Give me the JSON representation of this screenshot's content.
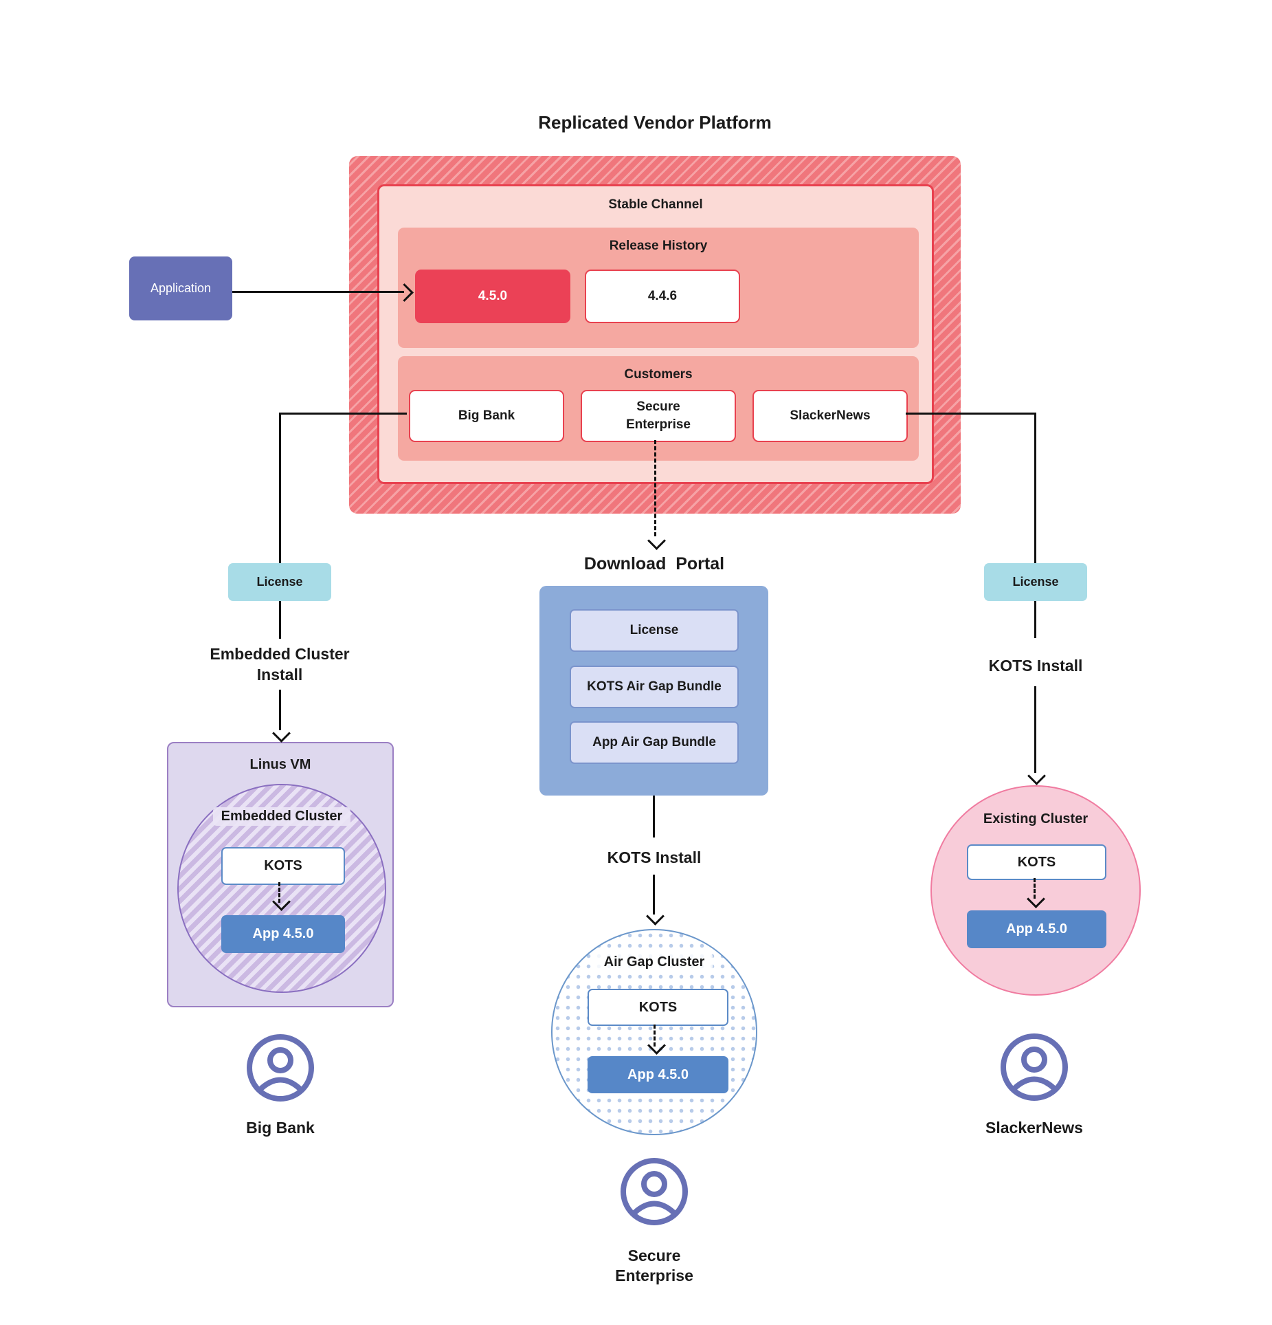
{
  "title": "Replicated Vendor Platform",
  "application": {
    "label": "Application"
  },
  "platform": {
    "stable_channel_label": "Stable Channel",
    "release_history_label": "Release History",
    "releases": [
      "4.5.0",
      "4.4.6"
    ],
    "customers_label": "Customers",
    "customer_boxes": {
      "big_bank": "Big Bank",
      "secure_enterprise_lines": [
        "Secure",
        "Enterprise"
      ],
      "slackernews": "SlackerNews"
    }
  },
  "left": {
    "license_label": "License",
    "install_lines": [
      "Embedded Cluster",
      "Install"
    ],
    "vm_label": "Linus VM",
    "cluster_label": "Embedded Cluster",
    "kots_label": "KOTS",
    "app_label": "App 4.5.0",
    "customer_name": "Big Bank"
  },
  "center": {
    "portal_title": "Download  Portal",
    "portal_items": [
      "License",
      "KOTS Air Gap Bundle",
      "App Air Gap Bundle"
    ],
    "install_label": "KOTS Install",
    "cluster_label": "Air Gap Cluster",
    "kots_label": "KOTS",
    "app_label": "App 4.5.0",
    "customer_lines": [
      "Secure",
      "Enterprise"
    ]
  },
  "right": {
    "license_label": "License",
    "install_label": "KOTS Install",
    "cluster_label": "Existing Cluster",
    "kots_label": "KOTS",
    "app_label": "App 4.5.0",
    "customer_name": "SlackerNews"
  },
  "colors": {
    "platform_hatch_base": "#f0767c",
    "platform_hatch_stripe": "#f6a3a6",
    "stable_channel_fill": "#fbdad6",
    "stable_channel_border": "#e8414f",
    "panel_fill": "#f5a8a1",
    "release_current_fill": "#eb4156",
    "white_box_border": "#e8414f",
    "application_fill": "#6770b6",
    "license_fill": "#a8dce7",
    "portal_fill": "#8cabd9",
    "portal_item_fill": "#dadff5",
    "portal_item_border": "#7b94cc",
    "app_box_fill": "#5687c8",
    "kots_box_border": "#5b8ac7",
    "vm_fill": "#ded8ee",
    "vm_border": "#9b7fc3",
    "embedded_cluster_hatch": "#cbb9e2",
    "existing_cluster_fill": "#f8ccd9",
    "existing_cluster_border": "#f07ba0",
    "airgap_border": "#6b97cb",
    "airgap_dot": "#b7cbe9",
    "person_stroke": "#6770b5",
    "connector": "#111111"
  }
}
